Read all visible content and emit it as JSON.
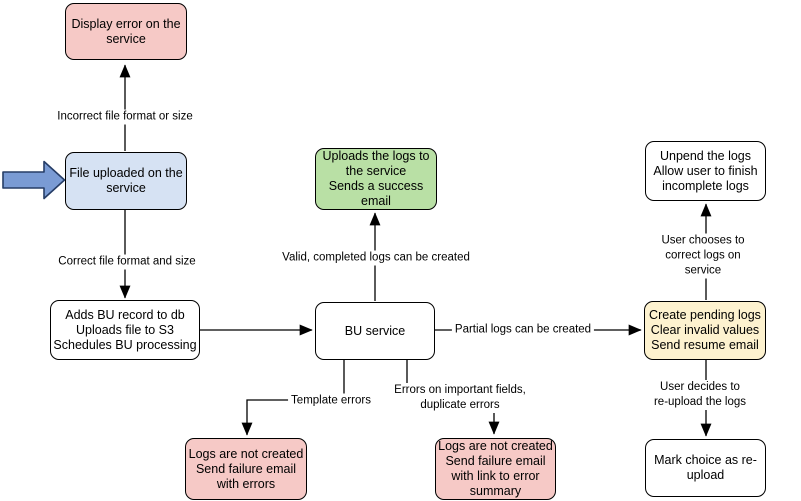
{
  "diagram": {
    "nodes": {
      "display_error": {
        "text": "Display error on the\nservice",
        "fill": "#f6c9c6"
      },
      "file_uploaded": {
        "text": "File uploaded on the\nservice",
        "fill": "#d6e2f3"
      },
      "adds_bu": {
        "text": "Adds BU record to db\nUploads file to S3\nSchedules BU processing",
        "fill": "#ffffff"
      },
      "bu_service": {
        "text": "BU service",
        "fill": "#ffffff"
      },
      "uploads_logs": {
        "text": "Uploads the logs to\nthe service\nSends a success\nemail",
        "fill": "#b9e0a5"
      },
      "unpend": {
        "text": "Unpend the logs\nAllow user to finish\nincomplete logs",
        "fill": "#ffffff"
      },
      "create_pending": {
        "text": "Create pending logs\nClear invalid values\nSend resume email",
        "fill": "#fdf2cf"
      },
      "mark_choice": {
        "text": "Mark choice as re-\nupload",
        "fill": "#ffffff"
      },
      "logs_not_created_errors": {
        "text": "Logs are not created\nSend failure email\nwith errors",
        "fill": "#f6c9c6"
      },
      "logs_not_created_summary": {
        "text": "Logs are not created\nSend failure email\nwith link to error\nsummary",
        "fill": "#f6c9c6"
      }
    },
    "edge_labels": {
      "incorrect": "Incorrect file format or size",
      "correct": "Correct file format and size",
      "valid": "Valid, completed logs can be created",
      "partial": "Partial logs can be created",
      "template": "Template errors",
      "important_fields": "Errors on important fields,\nduplicate errors",
      "correct_on_service": "User chooses to correct logs on service",
      "reupload": "User decides to re-upload the logs"
    },
    "colors": {
      "pink_fill": "#f6c9c6",
      "blue_fill": "#d6e2f3",
      "green_fill": "#b9e0a5",
      "yellow_fill": "#fdf2cf",
      "white_fill": "#ffffff",
      "stroke": "#000000",
      "entry_arrow_fill": "#7a9bd4",
      "entry_arrow_stroke": "#263d66"
    }
  }
}
